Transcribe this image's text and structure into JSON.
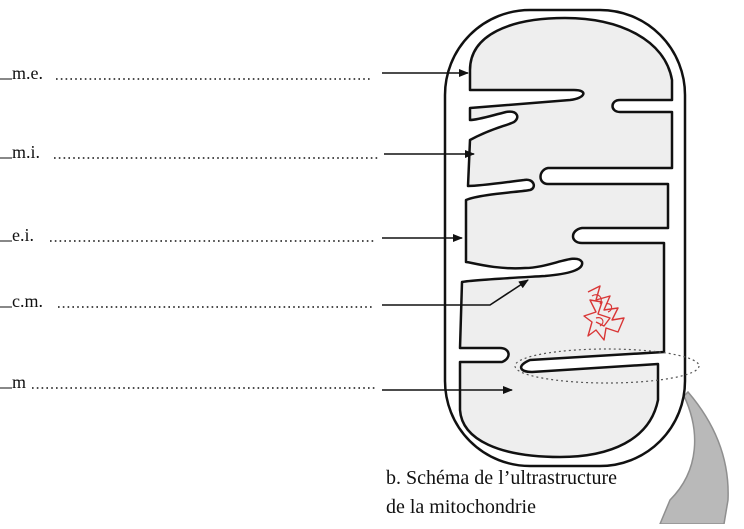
{
  "labels": [
    {
      "key": "me",
      "text": "m.e."
    },
    {
      "key": "mi",
      "text": "m.i."
    },
    {
      "key": "ei",
      "text": "e.i."
    },
    {
      "key": "cm",
      "text": "c.m."
    },
    {
      "key": "m",
      "text": "m"
    }
  ],
  "caption": {
    "line1": "b. Schéma de l’ultrastructure",
    "line2": "de la mitochondrie"
  },
  "colors": {
    "stroke": "#111111",
    "matrix_fill": "#eeeeee",
    "dna": "#d93636",
    "callout": "#9a9a9a"
  }
}
